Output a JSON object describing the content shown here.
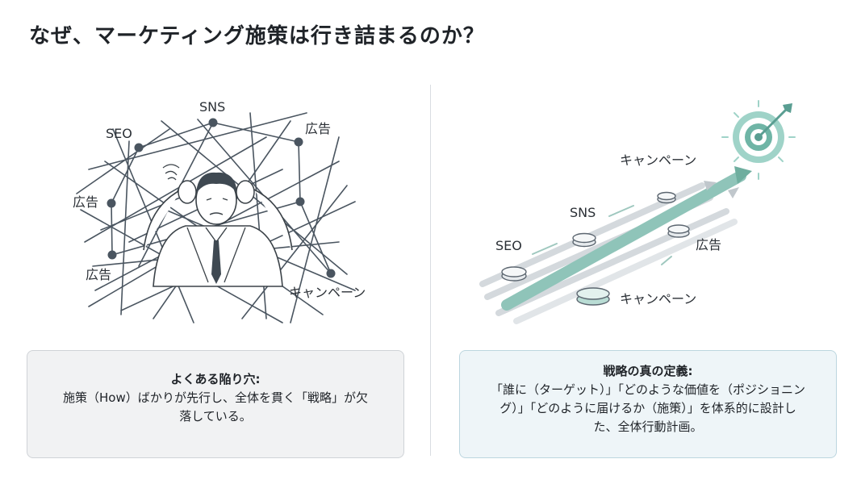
{
  "title": "なぜ、マーケティング施策は行き詰まるのか？",
  "left": {
    "labels": {
      "seo": "SEO",
      "sns": "SNS",
      "ad_top": "広告",
      "ad_left": "広告",
      "ad_bottom": "広告",
      "campaign": "キャンペーン"
    },
    "card": {
      "heading": "よくある陥り穴:",
      "body": "施策（How）ばかりが先行し、全体を貫く「戦略」が欠落している。"
    }
  },
  "right": {
    "labels": {
      "seo": "SEO",
      "sns": "SNS",
      "campaign_top": "キャンペーン",
      "ad": "広告",
      "campaign_bottom": "キャンペーン"
    },
    "card": {
      "heading": "戦略の真の定義:",
      "body": "「誰に（ターゲット）」「どのような価値を（ポジショニング）」「どのように届けるか（施策）」を体系的に設計した、全体行動計画。"
    }
  },
  "colors": {
    "tangle": "#4a5560",
    "node": "#4a5560",
    "teal": "#7fb8ad",
    "teal_dark": "#5a9e92",
    "gray_line": "#c9ced3"
  }
}
